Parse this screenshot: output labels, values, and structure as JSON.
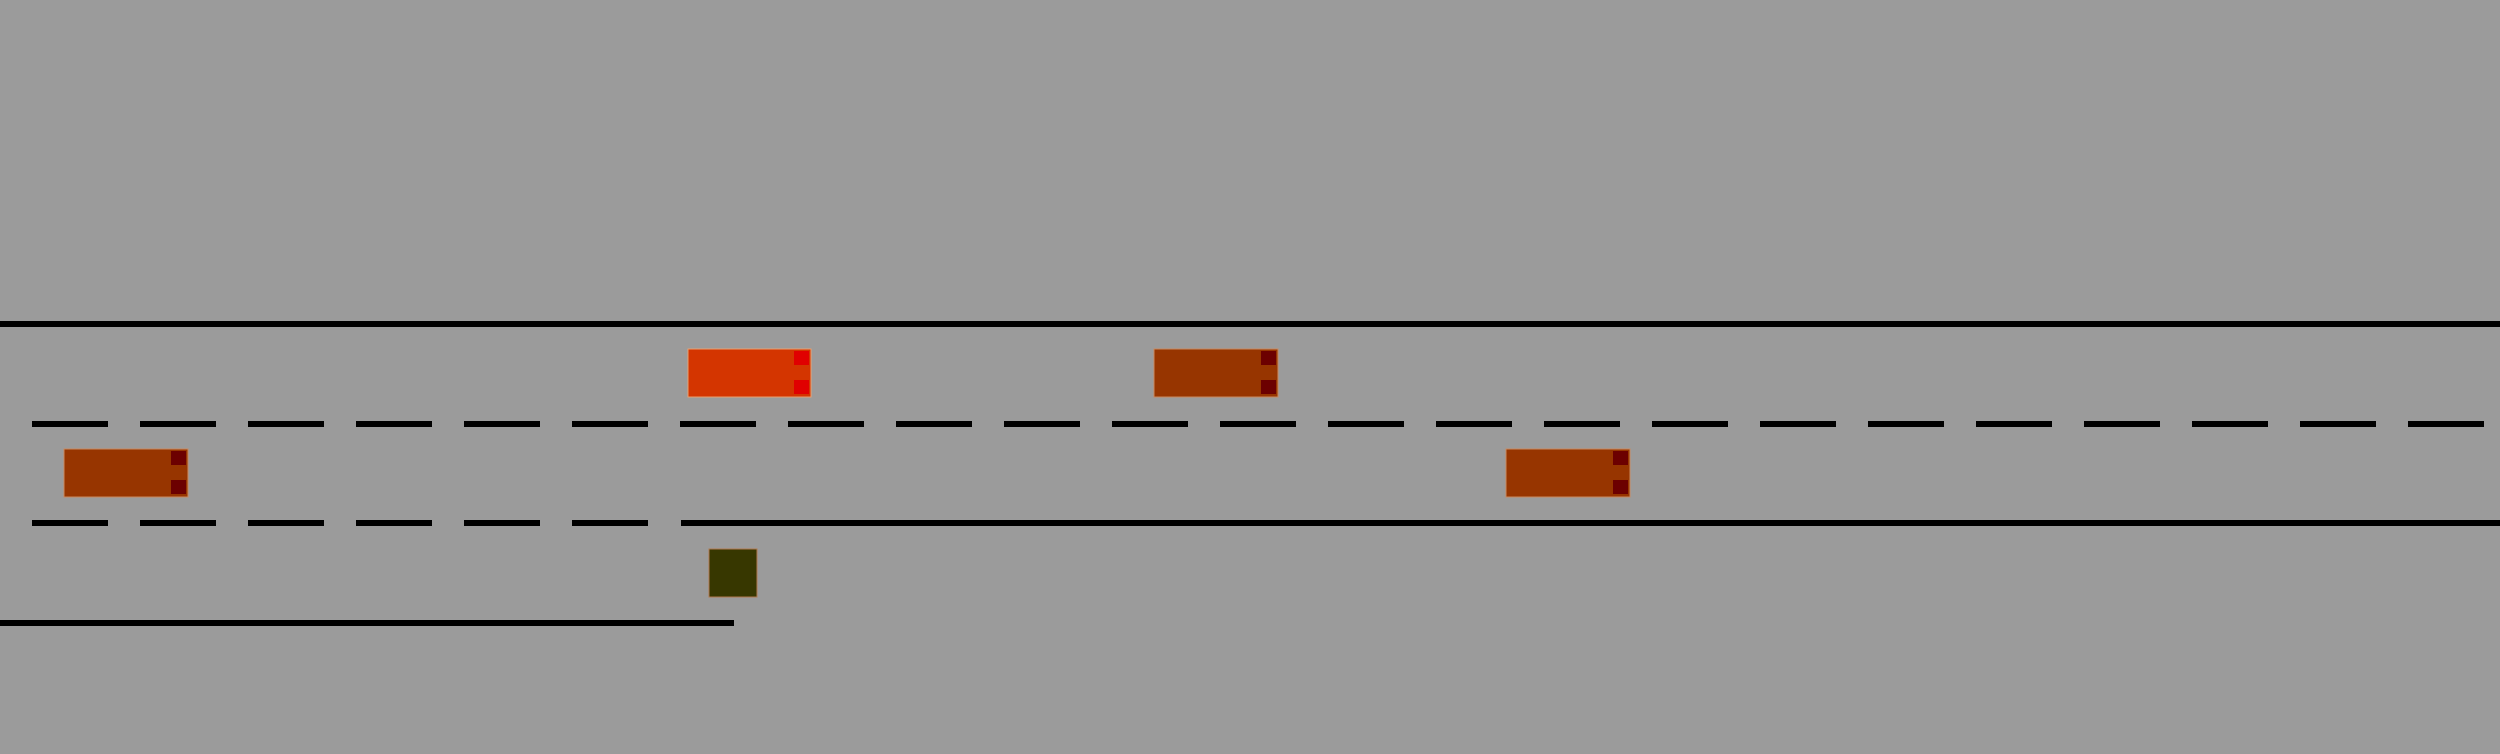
{
  "scene": {
    "type": "highway-merge-simulation",
    "background_color": "#9b9b9b",
    "road": {
      "main_lanes": 2,
      "merge_lane": true,
      "line_color": "#000000",
      "dashed_lane_separators": 2
    },
    "vehicles": [
      {
        "id": "ego",
        "role": "controlled",
        "color": "#d43500",
        "light_color": "#e00000",
        "lane": "main-upper",
        "heading": "right"
      },
      {
        "id": "npc-1",
        "role": "other",
        "color": "#973500",
        "light_color": "#6c0000",
        "lane": "main-upper",
        "heading": "right"
      },
      {
        "id": "npc-2",
        "role": "other",
        "color": "#973500",
        "light_color": "#6c0000",
        "lane": "main-lower",
        "heading": "right"
      },
      {
        "id": "npc-3",
        "role": "other",
        "color": "#973500",
        "light_color": "#6c0000",
        "lane": "main-lower",
        "heading": "right"
      }
    ],
    "obstacle": {
      "id": "merge-end-block",
      "color": "#373700"
    }
  }
}
